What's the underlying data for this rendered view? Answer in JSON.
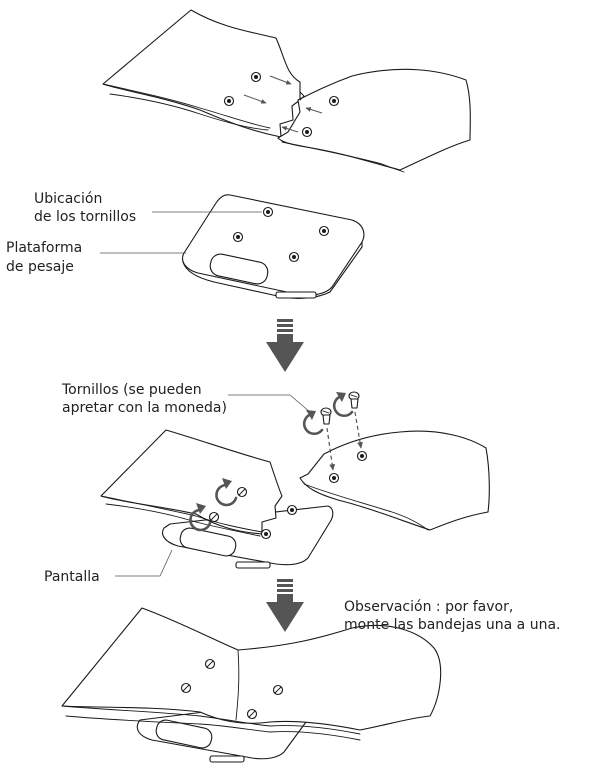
{
  "labels": {
    "screw_location_1": "Ubicación",
    "screw_location_2": "de los tornillos",
    "platform_1": "Plataforma",
    "platform_2": "de pesaje",
    "screws_1": "Tornillos (se pueden",
    "screws_2": "apretar con la moneda)",
    "display": "Pantalla",
    "note_1": "Observación : por favor,",
    "note_2": "monte las bandejas una a una."
  },
  "colors": {
    "outline": "#1a1a1a",
    "arrow_gray": "#555555",
    "leader_gray": "#555555",
    "background": "#ffffff"
  },
  "icons": [
    "screw-hole-icon",
    "screw-icon",
    "rotate-arrow-icon",
    "down-arrow-icon"
  ]
}
